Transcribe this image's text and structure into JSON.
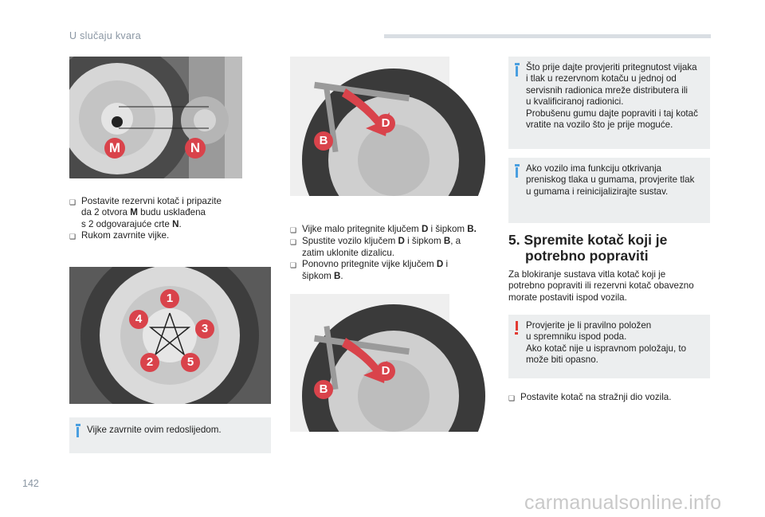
{
  "header": {
    "title": "U slučaju kvara"
  },
  "page": {
    "number": "142"
  },
  "watermark": "carmanualsonline.info",
  "figures": {
    "fig1": {
      "labels": [
        "M",
        "N"
      ]
    },
    "fig2": {
      "labels": [
        "1",
        "2",
        "3",
        "4",
        "5"
      ]
    },
    "fig3": {
      "labels": [
        "D",
        "B"
      ]
    },
    "fig4": {
      "labels": [
        "D",
        "B"
      ]
    }
  },
  "col1": {
    "bullet": "",
    "step1_lines": [
      "Postavite rezervni kotač i pripazite",
      "da 2 otvora ",
      "M",
      " budu usklađena",
      "s 2 odgovarajuće crte ",
      "N",
      "."
    ],
    "step2": "Rukom zavrnite vijke.",
    "info": "Vijke zavrnite ovim redoslijedom."
  },
  "col2": {
    "s1a": "Vijke malo pritegnite ključem ",
    "s1b": "D",
    "s1c": " i šipkom ",
    "s1d": "B.",
    "s2a": "Spustite vozilo ključem ",
    "s2b": "D",
    "s2c": " i šipkom ",
    "s2d": "B",
    "s2e": ", a",
    "s2f": "zatim uklonite dizalicu.",
    "s3a": "Ponovno pritegnite vijke ključem ",
    "s3b": "D",
    "s3c": " i",
    "s3d": "šipkom ",
    "s3e": "B",
    "s3f": "."
  },
  "col3": {
    "info1": [
      "Što prije dajte provjeriti pritegnutost vijaka",
      "i tlak u rezervnom kotaču u jednoj od",
      "servisnih radionica mreže distributera ili",
      "u kvalificiranoj radionici.",
      "Probušenu gumu dajte popraviti i taj kotač",
      "vratite na vozilo što je prije moguće."
    ],
    "info2": [
      "Ako vozilo ima funkciju otkrivanja",
      "preniskog tlaka u gumama, provjerite tlak",
      "u gumama i reinicijalizirajte sustav."
    ],
    "heading_line1": "5. Spremite kotač koji je",
    "heading_line2": "potrebno popraviti",
    "para": [
      "Za blokiranje sustava vitla kotač koji je",
      "potrebno popraviti ili rezervni kotač obavezno",
      "morate postaviti ispod vozila."
    ],
    "warning": [
      "Provjerite je li pravilno položen",
      "u spremniku ispod poda.",
      "Ako kotač nije u ispravnom položaju, to",
      "može biti opasno."
    ],
    "step": "Postavite kotač na stražnji dio vozila."
  },
  "colors": {
    "accent_info": "#4a9fe0",
    "accent_warn": "#e23b33",
    "label_red": "#d9434b",
    "box_bg": "#eceeef",
    "header_bar": "#d9dee3"
  }
}
